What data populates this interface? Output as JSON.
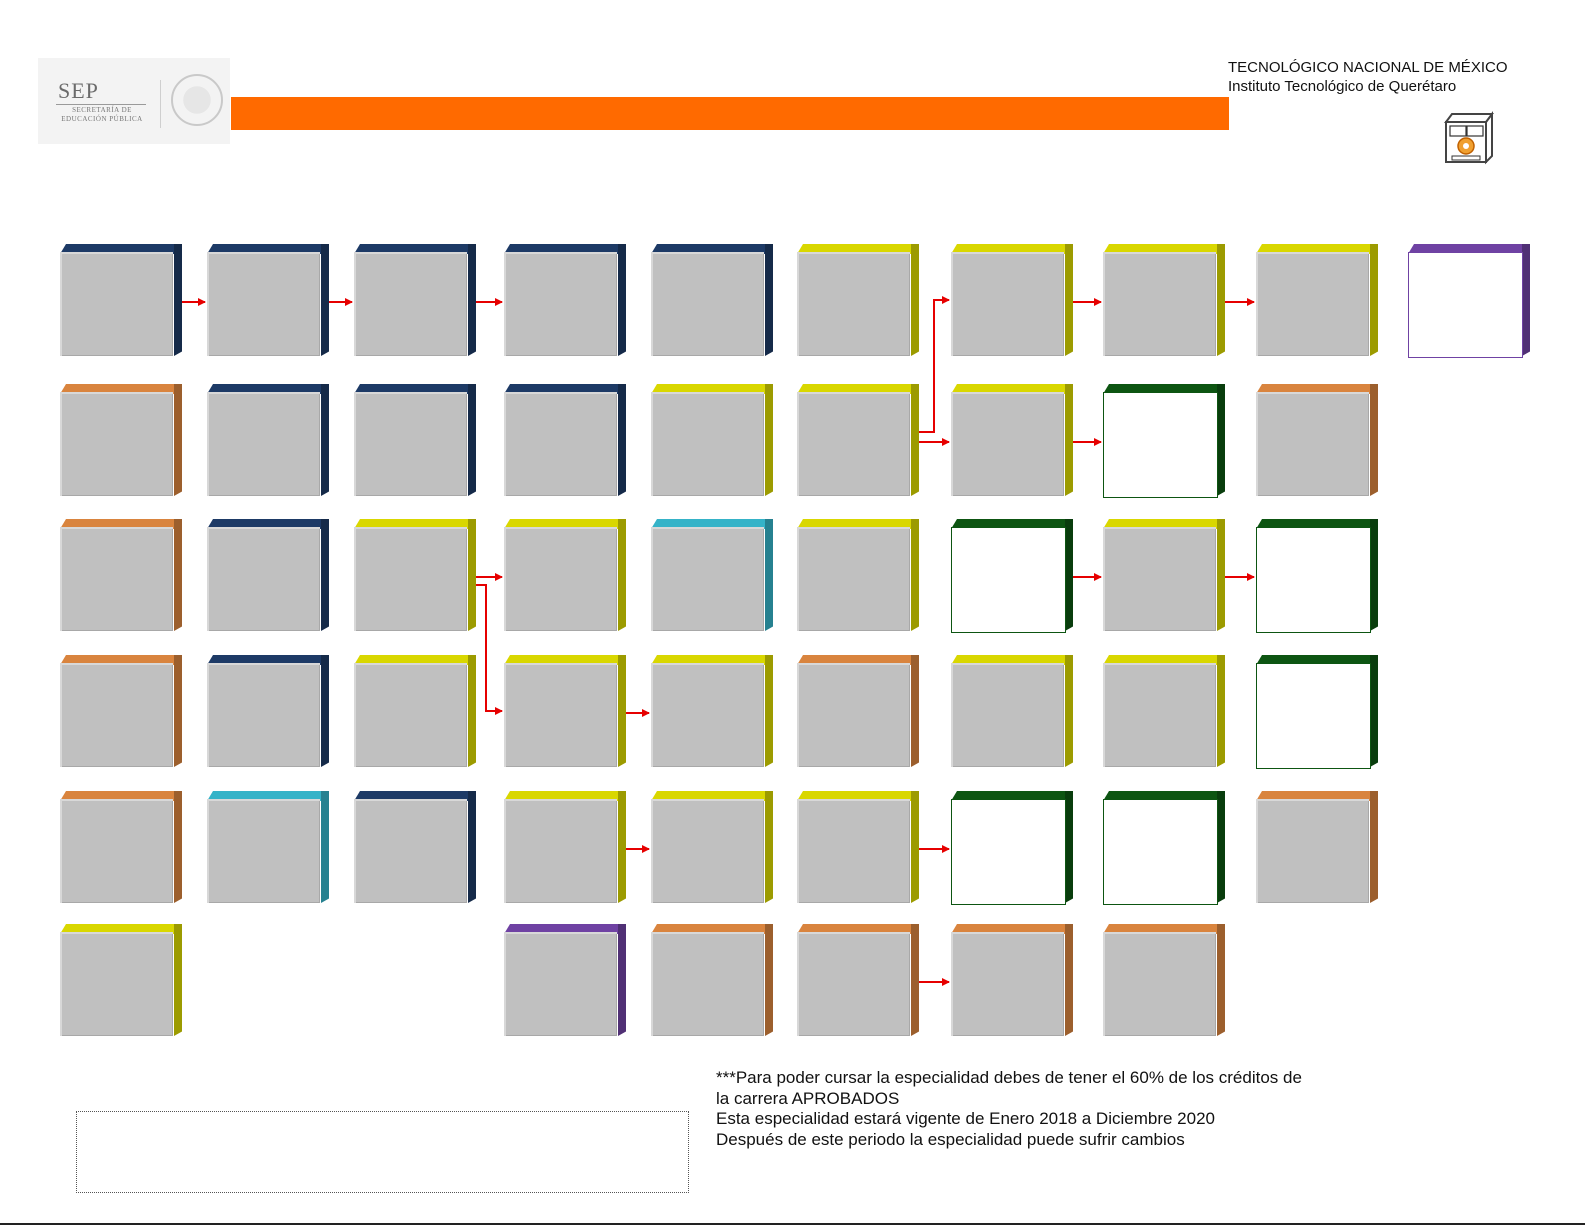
{
  "header": {
    "sep_logo_text": "SEP",
    "sep_logo_sub1": "SECRETARÍA DE",
    "sep_logo_sub2": "EDUCACIÓN PÚBLICA",
    "institution_title": "TECNOLÓGICO NACIONAL DE MÉXICO",
    "institution_subtitle": "Instituto Tecnológico de Querétaro",
    "bar_color": "#ff6a00"
  },
  "palette": {
    "navy": "#1d3a66",
    "yellow": "#d9d700",
    "orange": "#d9843e",
    "cyan": "#35b3c8",
    "green": "#0d5512",
    "purple": "#6f42a3"
  },
  "courses": [
    {
      "row": 0,
      "col": 0,
      "color": "navy",
      "style": "filled"
    },
    {
      "row": 0,
      "col": 1,
      "color": "navy",
      "style": "filled"
    },
    {
      "row": 0,
      "col": 2,
      "color": "navy",
      "style": "filled"
    },
    {
      "row": 0,
      "col": 3,
      "color": "navy",
      "style": "filled"
    },
    {
      "row": 0,
      "col": 4,
      "color": "navy",
      "style": "filled"
    },
    {
      "row": 0,
      "col": 5,
      "color": "yellow",
      "style": "filled"
    },
    {
      "row": 0,
      "col": 6,
      "color": "yellow",
      "style": "filled"
    },
    {
      "row": 0,
      "col": 7,
      "color": "yellow",
      "style": "filled"
    },
    {
      "row": 0,
      "col": 8,
      "color": "yellow",
      "style": "filled"
    },
    {
      "row": 0,
      "col": 9,
      "color": "purple",
      "style": "hollow"
    },
    {
      "row": 1,
      "col": 0,
      "color": "orange",
      "style": "filled"
    },
    {
      "row": 1,
      "col": 1,
      "color": "navy",
      "style": "filled"
    },
    {
      "row": 1,
      "col": 2,
      "color": "navy",
      "style": "filled"
    },
    {
      "row": 1,
      "col": 3,
      "color": "navy",
      "style": "filled"
    },
    {
      "row": 1,
      "col": 4,
      "color": "yellow",
      "style": "filled"
    },
    {
      "row": 1,
      "col": 5,
      "color": "yellow",
      "style": "filled"
    },
    {
      "row": 1,
      "col": 6,
      "color": "yellow",
      "style": "filled"
    },
    {
      "row": 1,
      "col": 7,
      "color": "green",
      "style": "hollow"
    },
    {
      "row": 1,
      "col": 8,
      "color": "orange",
      "style": "filled"
    },
    {
      "row": 2,
      "col": 0,
      "color": "orange",
      "style": "filled"
    },
    {
      "row": 2,
      "col": 1,
      "color": "navy",
      "style": "filled"
    },
    {
      "row": 2,
      "col": 2,
      "color": "yellow",
      "style": "filled"
    },
    {
      "row": 2,
      "col": 3,
      "color": "yellow",
      "style": "filled"
    },
    {
      "row": 2,
      "col": 4,
      "color": "cyan",
      "style": "filled"
    },
    {
      "row": 2,
      "col": 5,
      "color": "yellow",
      "style": "filled"
    },
    {
      "row": 2,
      "col": 6,
      "color": "green",
      "style": "hollow"
    },
    {
      "row": 2,
      "col": 7,
      "color": "yellow",
      "style": "filled"
    },
    {
      "row": 2,
      "col": 8,
      "color": "green",
      "style": "hollow"
    },
    {
      "row": 3,
      "col": 0,
      "color": "orange",
      "style": "filled"
    },
    {
      "row": 3,
      "col": 1,
      "color": "navy",
      "style": "filled"
    },
    {
      "row": 3,
      "col": 2,
      "color": "yellow",
      "style": "filled"
    },
    {
      "row": 3,
      "col": 3,
      "color": "yellow",
      "style": "filled"
    },
    {
      "row": 3,
      "col": 4,
      "color": "yellow",
      "style": "filled"
    },
    {
      "row": 3,
      "col": 5,
      "color": "orange",
      "style": "filled"
    },
    {
      "row": 3,
      "col": 6,
      "color": "yellow",
      "style": "filled"
    },
    {
      "row": 3,
      "col": 7,
      "color": "yellow",
      "style": "filled"
    },
    {
      "row": 3,
      "col": 8,
      "color": "green",
      "style": "hollow"
    },
    {
      "row": 4,
      "col": 0,
      "color": "orange",
      "style": "filled"
    },
    {
      "row": 4,
      "col": 1,
      "color": "cyan",
      "style": "filled"
    },
    {
      "row": 4,
      "col": 2,
      "color": "navy",
      "style": "filled"
    },
    {
      "row": 4,
      "col": 3,
      "color": "yellow",
      "style": "filled"
    },
    {
      "row": 4,
      "col": 4,
      "color": "yellow",
      "style": "filled"
    },
    {
      "row": 4,
      "col": 5,
      "color": "yellow",
      "style": "filled"
    },
    {
      "row": 4,
      "col": 6,
      "color": "green",
      "style": "hollow"
    },
    {
      "row": 4,
      "col": 7,
      "color": "green",
      "style": "hollow"
    },
    {
      "row": 4,
      "col": 8,
      "color": "orange",
      "style": "filled"
    },
    {
      "row": 5,
      "col": 0,
      "color": "yellow",
      "style": "filled"
    },
    {
      "row": 5,
      "col": 3,
      "color": "purple",
      "style": "filled"
    },
    {
      "row": 5,
      "col": 4,
      "color": "orange",
      "style": "filled"
    },
    {
      "row": 5,
      "col": 5,
      "color": "orange",
      "style": "filled"
    },
    {
      "row": 5,
      "col": 6,
      "color": "orange",
      "style": "filled"
    },
    {
      "row": 5,
      "col": 7,
      "color": "orange",
      "style": "filled"
    }
  ],
  "prerequisites": [
    {
      "from": [
        0,
        0
      ],
      "to": [
        0,
        1
      ]
    },
    {
      "from": [
        0,
        1
      ],
      "to": [
        0,
        2
      ]
    },
    {
      "from": [
        0,
        2
      ],
      "to": [
        0,
        3
      ]
    },
    {
      "from": [
        1,
        5
      ],
      "to": [
        0,
        6
      ]
    },
    {
      "from": [
        0,
        6
      ],
      "to": [
        0,
        7
      ]
    },
    {
      "from": [
        0,
        7
      ],
      "to": [
        0,
        8
      ]
    },
    {
      "from": [
        1,
        5
      ],
      "to": [
        1,
        6
      ]
    },
    {
      "from": [
        1,
        6
      ],
      "to": [
        1,
        7
      ]
    },
    {
      "from": [
        2,
        2
      ],
      "to": [
        2,
        3
      ]
    },
    {
      "from": [
        2,
        2
      ],
      "to": [
        3,
        3
      ]
    },
    {
      "from": [
        2,
        6
      ],
      "to": [
        2,
        7
      ]
    },
    {
      "from": [
        2,
        7
      ],
      "to": [
        2,
        8
      ]
    },
    {
      "from": [
        3,
        3
      ],
      "to": [
        3,
        4
      ]
    },
    {
      "from": [
        4,
        3
      ],
      "to": [
        4,
        4
      ]
    },
    {
      "from": [
        4,
        5
      ],
      "to": [
        4,
        6
      ]
    },
    {
      "from": [
        5,
        5
      ],
      "to": [
        5,
        6
      ]
    }
  ],
  "notes": {
    "line1": "***Para poder cursar la especialidad debes de tener el 60% de los créditos de",
    "line2": "la carrera APROBADOS",
    "line3": "Esta especialidad estará vigente de Enero 2018 a Diciembre 2020",
    "line4": "Después de este periodo la especialidad puede sufrir cambios"
  }
}
